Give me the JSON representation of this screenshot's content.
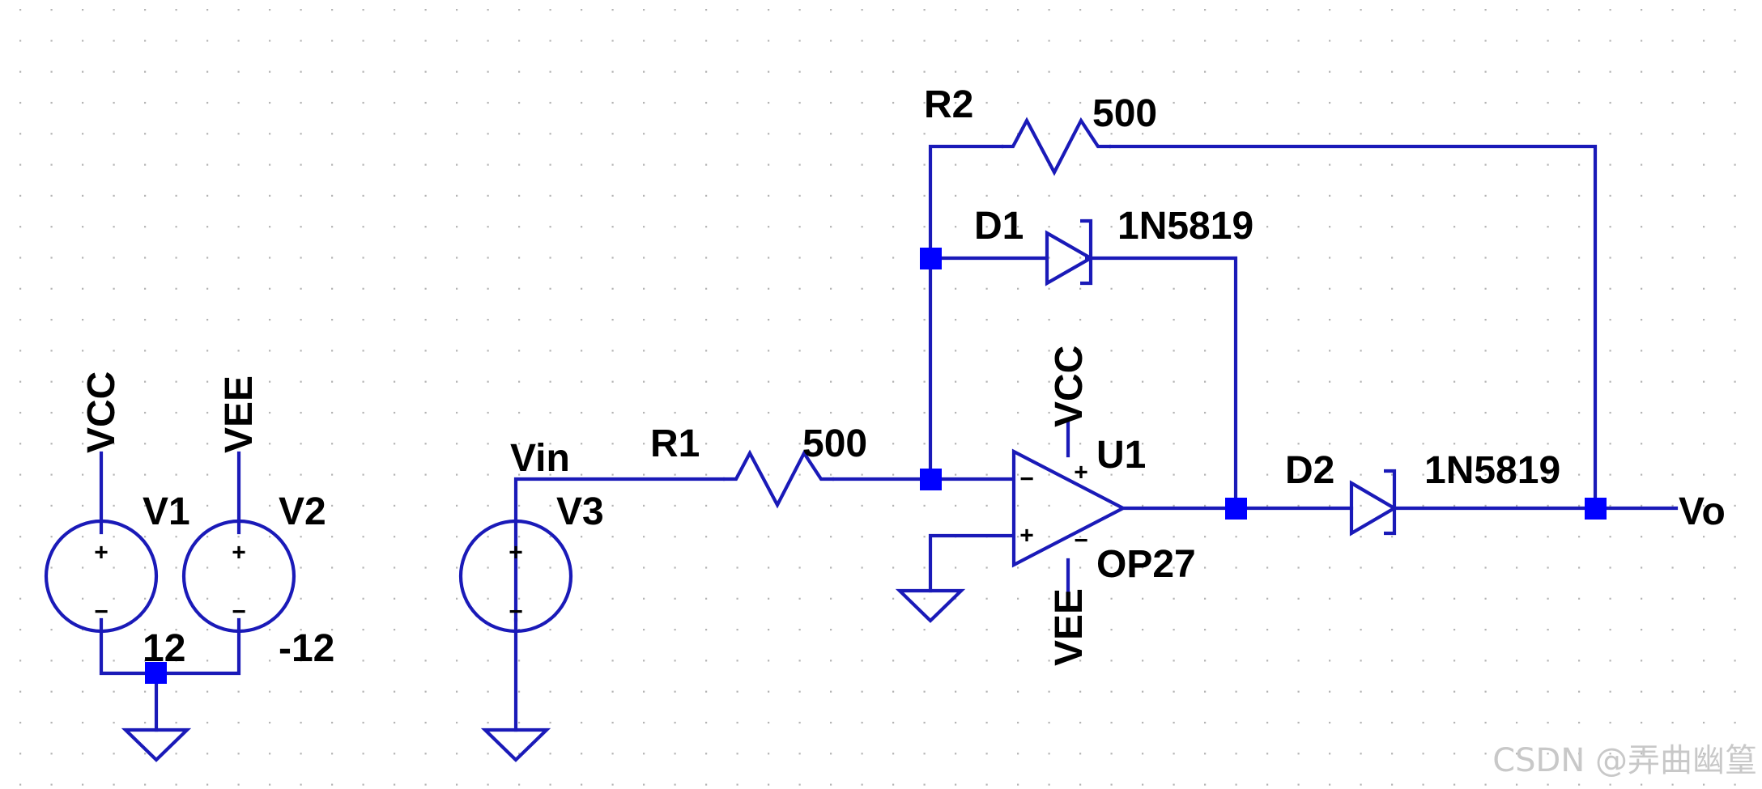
{
  "colors": {
    "wire": "#1a1ab8",
    "junction": "#0000ff",
    "text": "#000000",
    "grid_dot": "#b4b4b4",
    "watermark": "#c8c8c8"
  },
  "components": {
    "r1": {
      "name": "R1",
      "value": "500"
    },
    "r2": {
      "name": "R2",
      "value": "500"
    },
    "d1": {
      "name": "D1",
      "model": "1N5819"
    },
    "d2": {
      "name": "D2",
      "model": "1N5819"
    },
    "u1": {
      "name": "U1",
      "model": "OP27",
      "inv_pin": "−",
      "noninv_pin": "+",
      "vpos_pin": "+",
      "vneg_pin": "−"
    },
    "v1": {
      "name": "V1",
      "value": "12",
      "plus": "+",
      "minus": "−"
    },
    "v2": {
      "name": "V2",
      "value": "-12",
      "plus": "+",
      "minus": "−"
    },
    "v3": {
      "name": "V3",
      "plus": "+",
      "minus": "−"
    }
  },
  "nets": {
    "vcc": "VCC",
    "vee": "VEE",
    "vin": "Vin",
    "vo": "Vo"
  },
  "watermark": "CSDN @弄曲幽篁"
}
